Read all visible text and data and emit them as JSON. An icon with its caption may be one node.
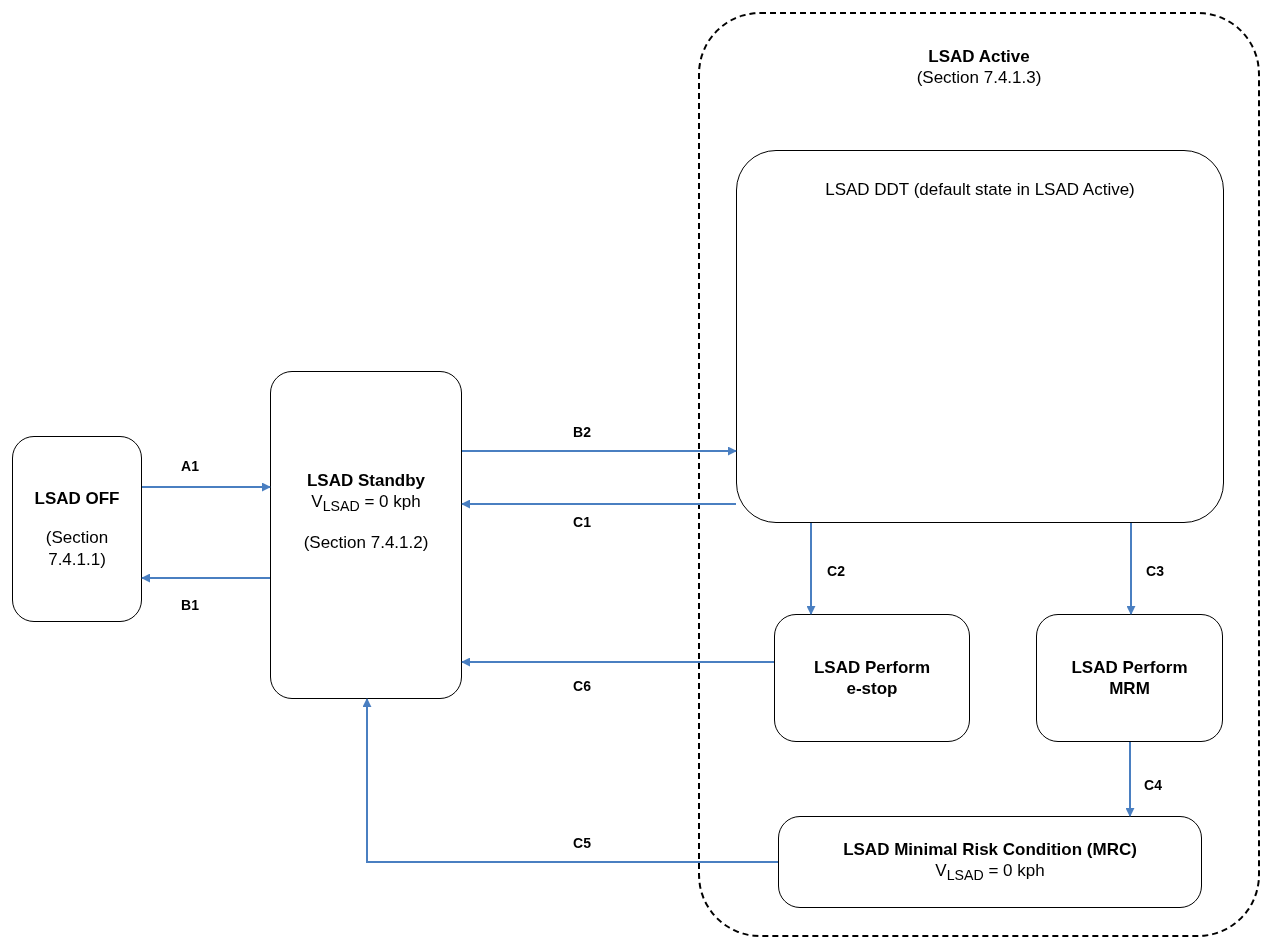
{
  "diagram": {
    "nodes": [
      {
        "text": [
          "LSAD OFF",
          "(Section 7.4.1.1)"
        ]
      },
      {
        "text": [
          "LSAD Standby",
          "V$_{LSAD}$ = 0 kph",
          "(Section 7.4.1.2)"
        ]
      },
      {
        "text": [
          "LSAD Active",
          "(Section 7.4.1.3)"
        ]
      },
      {
        "text": [
          "LSAD DDT (default state in LSAD Active)"
        ],
        "in": 2
      },
      {
        "text": [
          "LSAD Perform e-stop"
        ],
        "in": 2
      },
      {
        "text": [
          "LSAD Perform MRM"
        ],
        "in": 2
      },
      {
        "text": [
          "LSAD Minimal Risk Condition (MRC)",
          "V$_{LSAD}$ = 0 kph"
        ],
        "in": 2
      }
    ],
    "edges": [
      {
        "from": 0,
        "to": 1,
        "arrow": "to",
        "label": "A1"
      },
      {
        "from": 1,
        "to": 0,
        "arrow": "to",
        "label": "B1"
      },
      {
        "from": 1,
        "to": 3,
        "arrow": "to",
        "label": "B2"
      },
      {
        "from": 3,
        "to": 1,
        "arrow": "to",
        "label": "C1"
      },
      {
        "from": 3,
        "to": 4,
        "arrow": "to",
        "label": "C2"
      },
      {
        "from": 3,
        "to": 5,
        "arrow": "to",
        "label": "C3"
      },
      {
        "from": 4,
        "to": 1,
        "arrow": "to",
        "label": "C6"
      },
      {
        "from": 5,
        "to": 6,
        "arrow": "to",
        "label": "C4"
      },
      {
        "from": 6,
        "to": 1,
        "arrow": "to",
        "label": "C5"
      }
    ]
  }
}
